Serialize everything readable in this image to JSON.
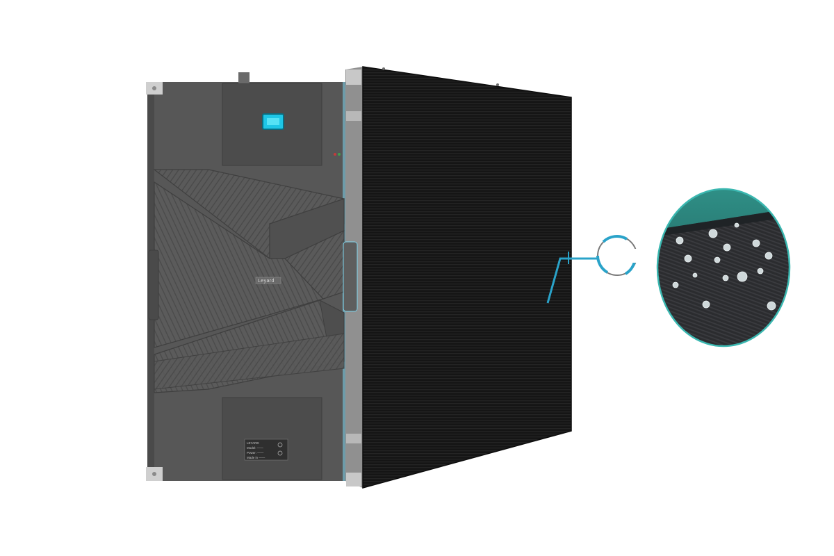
{
  "product": {
    "name": "LED display cabinet",
    "brand_mark": "Leyard",
    "rear_label_lines": [
      "LEYARD",
      "Model: ——",
      "Power: ——",
      "Made in ——"
    ]
  },
  "callout": {
    "feature": "water droplets on LED surface",
    "icon": "magnifier-ring-icon"
  },
  "colors": {
    "background": "#ffffff",
    "cabinet_body": "#555555",
    "cabinet_dark": "#3f3f3f",
    "face": "#121212",
    "accent": "#2aa3c9",
    "badge": "#1ec6e6",
    "lens_border": "#3ab7b0"
  }
}
